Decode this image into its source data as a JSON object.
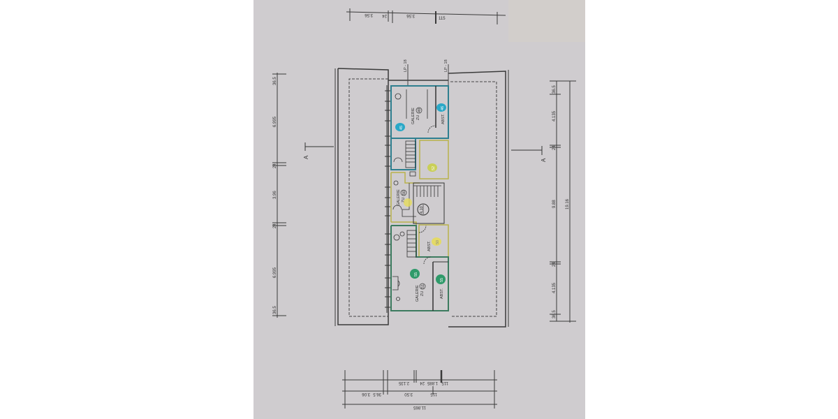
{
  "drawing": {
    "type": "floor-plan",
    "title": "",
    "section_marker": "A",
    "top_markers": [
      "LP - 18",
      "LP - 18"
    ],
    "rooms": [
      {
        "id": "galerie-1",
        "label": "GALERIE",
        "sub": "ZU",
        "ref": "49",
        "badge": "45",
        "badge_color": "#2aa8c7"
      },
      {
        "id": "abst-1",
        "label": "ABST.",
        "badge": "46",
        "badge_color": "#2aa8c7"
      },
      {
        "id": "void-1",
        "badge": "52",
        "badge_color": "#c8cf4a"
      },
      {
        "id": "galerie-2",
        "label": "GALERIE",
        "sub": "ZU",
        "ref": "50",
        "badge": "53",
        "badge_color": "#d8d24a"
      },
      {
        "id": "stair-core",
        "label": "4.10"
      },
      {
        "id": "abst-2",
        "label": "ABST.",
        "badge": "50",
        "badge_color": "#d8d24a"
      },
      {
        "id": "galerie-3",
        "label": "GALERIE",
        "sub": "ZU",
        "ref": "51",
        "badge": "55",
        "badge_color": "#2f9a6a"
      },
      {
        "id": "abst-3",
        "label": "ABST.",
        "badge": "55",
        "badge_color": "#2f9a6a"
      }
    ],
    "colors": {
      "paper": "#cfcccf",
      "line": "#3a3a3a",
      "blue_outline": "#2f7f8f",
      "yellow_outline": "#b9b24a",
      "green_outline": "#3c7b5f"
    }
  },
  "dimensions": {
    "top": [
      "3.56",
      "24",
      "3.56",
      "115"
    ],
    "left": [
      "36.5",
      "6.995",
      "24",
      "3.96",
      "24",
      "6.995",
      "36.5"
    ],
    "right_inner": [
      "36.5",
      "4.135",
      "24",
      "9.88",
      "24",
      "4.135",
      "36.5"
    ],
    "right_total": "19.16",
    "bottom_row1": [
      "2.135",
      "24",
      "1.885",
      "115"
    ],
    "bottom_row2": [
      "3.06",
      "36.5",
      "3.50",
      "115"
    ],
    "bottom_total": "11.865"
  }
}
